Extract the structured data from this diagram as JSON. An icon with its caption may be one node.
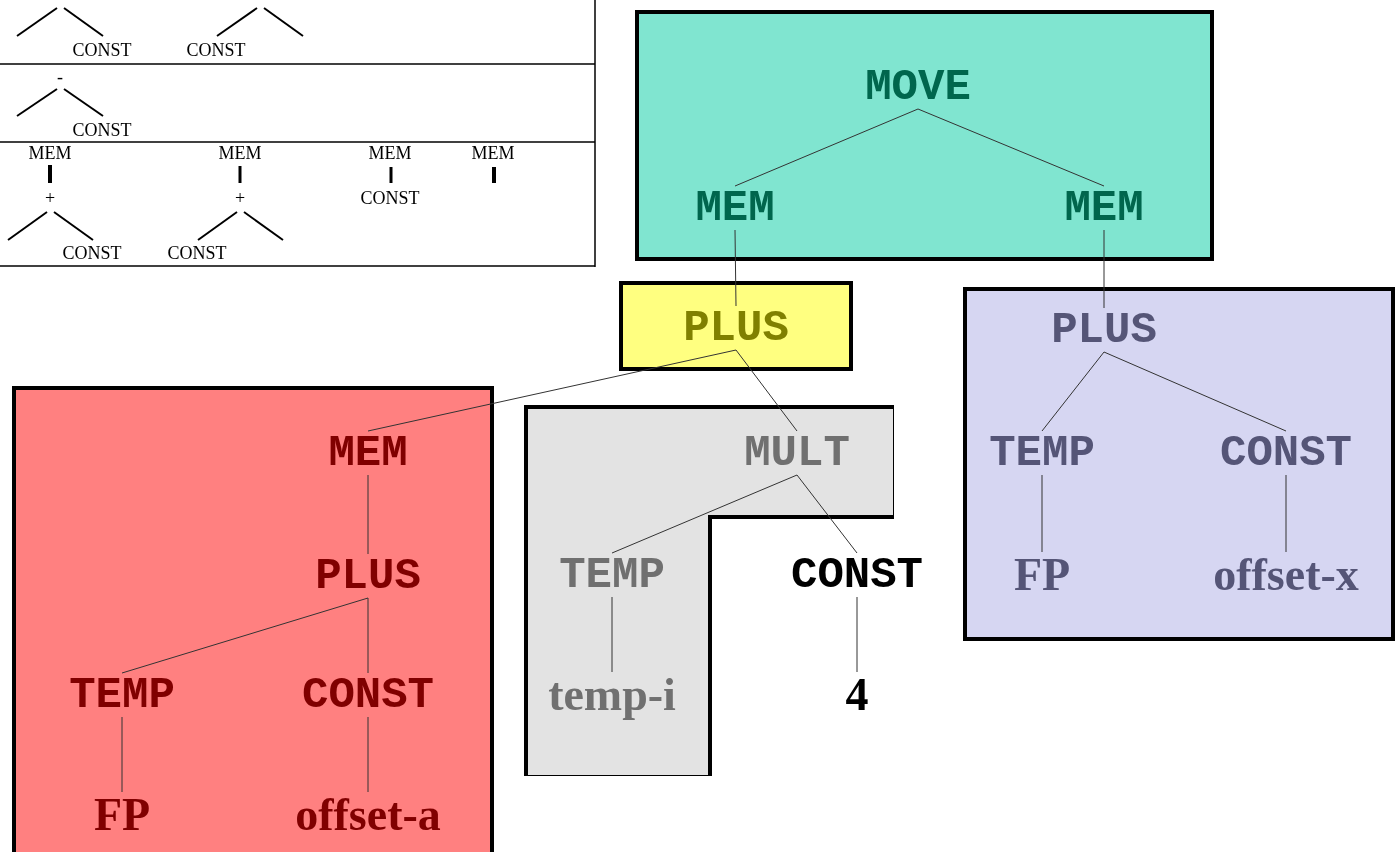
{
  "diagram": {
    "nodes": [
      {
        "text": [],
        "shape": "box"
      },
      {
        "text": [
          "MOVE"
        ],
        "in": 0
      },
      {
        "text": [
          "MEM"
        ],
        "in": 0
      },
      {
        "text": [
          "MEM"
        ],
        "in": 0
      },
      {
        "text": [],
        "shape": "box"
      },
      {
        "text": [
          "PLUS"
        ],
        "in": 4
      },
      {
        "text": [],
        "shape": "box"
      },
      {
        "text": [
          "MEM"
        ],
        "in": 6
      },
      {
        "text": [
          "PLUS"
        ],
        "in": 6
      },
      {
        "text": [
          "TEMP"
        ],
        "in": 6
      },
      {
        "text": [
          "CONST"
        ],
        "in": 6
      },
      {
        "text": [
          "FP"
        ],
        "in": 6
      },
      {
        "text": [
          "offset-a"
        ],
        "in": 6
      },
      {
        "text": [],
        "shape": "polygon"
      },
      {
        "text": [
          "MULT"
        ],
        "in": 13
      },
      {
        "text": [
          "TEMP"
        ],
        "in": 13
      },
      {
        "text": [
          "temp-i"
        ],
        "in": 13
      },
      {
        "text": [
          "CONST"
        ]
      },
      {
        "text": [
          "4"
        ]
      },
      {
        "text": [],
        "shape": "box"
      },
      {
        "text": [
          "PLUS"
        ],
        "in": 19
      },
      {
        "text": [
          "TEMP"
        ],
        "in": 19
      },
      {
        "text": [
          "CONST"
        ],
        "in": 19
      },
      {
        "text": [
          "FP"
        ],
        "in": 19
      },
      {
        "text": [
          "offset-x"
        ],
        "in": 19
      }
    ],
    "edges": [
      {
        "from": 1,
        "to": 2,
        "arrow": "none"
      },
      {
        "from": 1,
        "to": 3,
        "arrow": "none"
      },
      {
        "from": 2,
        "to": 5,
        "arrow": "none"
      },
      {
        "from": 3,
        "to": 20,
        "arrow": "none"
      },
      {
        "from": 5,
        "to": 7,
        "arrow": "none"
      },
      {
        "from": 5,
        "to": 14,
        "arrow": "none"
      },
      {
        "from": 7,
        "to": 8,
        "arrow": "none"
      },
      {
        "from": 8,
        "to": 9,
        "arrow": "none"
      },
      {
        "from": 8,
        "to": 10,
        "arrow": "none"
      },
      {
        "from": 9,
        "to": 11,
        "arrow": "none"
      },
      {
        "from": 10,
        "to": 12,
        "arrow": "none"
      },
      {
        "from": 14,
        "to": 15,
        "arrow": "none"
      },
      {
        "from": 14,
        "to": 17,
        "arrow": "none"
      },
      {
        "from": 15,
        "to": 16,
        "arrow": "none"
      },
      {
        "from": 17,
        "to": 18,
        "arrow": "none"
      },
      {
        "from": 20,
        "to": 21,
        "arrow": "none"
      },
      {
        "from": 20,
        "to": 22,
        "arrow": "none"
      },
      {
        "from": 21,
        "to": 23,
        "arrow": "none"
      },
      {
        "from": 22,
        "to": 24,
        "arrow": "none"
      }
    ],
    "labels": [
      "CONST",
      "CONST",
      "-",
      "CONST",
      "MEM",
      "MEM",
      "MEM",
      "MEM",
      "+",
      "+",
      "CONST",
      "CONST",
      "CONST"
    ]
  }
}
